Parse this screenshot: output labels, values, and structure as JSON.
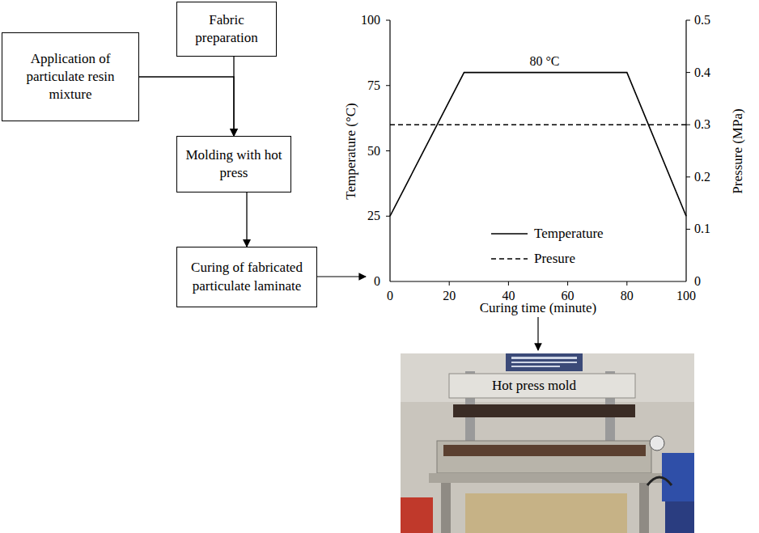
{
  "diagram": {
    "nodes": [
      {
        "text": [
          "Fabric preparation"
        ]
      },
      {
        "text": [
          "Application of particulate resin mixture"
        ]
      },
      {
        "text": [
          "Molding with hot press"
        ]
      },
      {
        "text": [
          "Curing of fabricated particulate laminate"
        ]
      }
    ],
    "edges": [
      {
        "from": 0,
        "to": 2,
        "arrow": "to"
      },
      {
        "from": 1,
        "to": 2,
        "arrow": "to"
      },
      {
        "from": 2,
        "to": 3,
        "arrow": "to"
      }
    ],
    "labels": [
      "100",
      "75",
      "50",
      "25",
      "0",
      "0.5",
      "0.4",
      "0.3",
      "0.2",
      "0.1",
      "0",
      "0",
      "20",
      "40",
      "60",
      "80",
      "100",
      "80 °C",
      "Temperature (°C)",
      "Pressure (MPa)",
      "Curing time (minute)",
      "Hot press mold"
    ],
    "legend": [
      {
        "text": "Temperature"
      },
      {
        "text": "Presure"
      }
    ]
  }
}
